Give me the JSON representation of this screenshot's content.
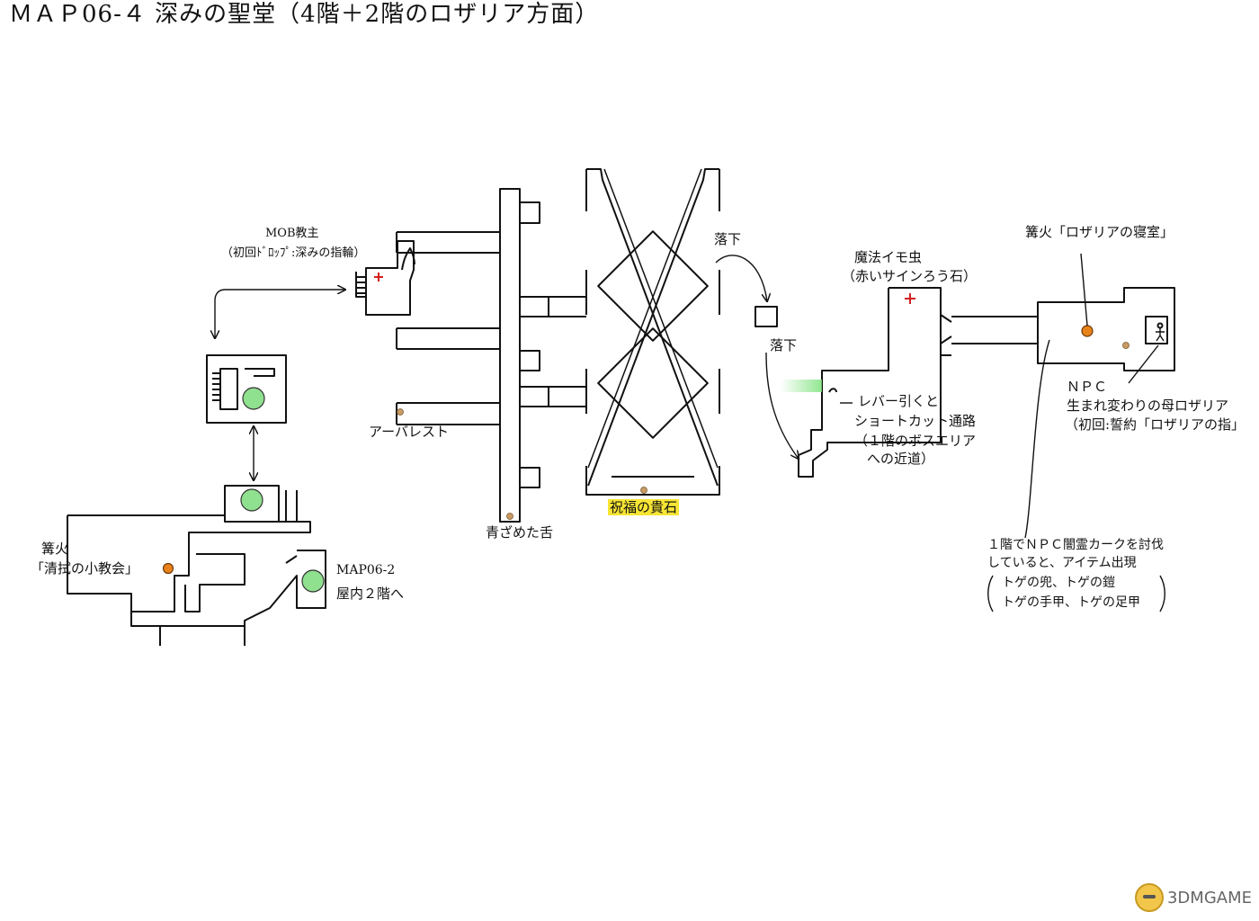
{
  "title": "ＭＡＰ06-４ 深みの聖堂（4階＋2階のロザリア方面）",
  "labels": {
    "mob_boss": "MOB教主",
    "mob_drop": "（初回ﾄﾞﾛｯﾌﾟ:深みの指輪）",
    "bonfire_church_1": "篝火",
    "bonfire_church_2": "「清拭の小教会」",
    "map_link_1": "MAP06-2",
    "map_link_2": "屋内２階へ",
    "arbalest": "アーバレスト",
    "pale_tongue": "青ざめた舌",
    "blessing_stone": "祝福の貴石",
    "drop_1": "落下",
    "drop_2": "落下",
    "grub_1": "魔法イモ虫",
    "grub_2": "（赤いサインろう石）",
    "lever_1": "レバー引くと",
    "lever_2": "ショートカット通路",
    "lever_3": "（１階のボスエリア",
    "lever_4": "への近道）",
    "bonfire_rosaria": "篝火「ロザリアの寝室」",
    "npc_1": "ＮＰＣ",
    "npc_2": "生まれ変わりの母ロザリア",
    "npc_3": "（初回:誓約「ロザリアの指」",
    "cond_1": "１階でＮＰＣ闇霊カークを討伐",
    "cond_2": "していると、アイテム出現",
    "item_1": "トゲの兜、トゲの鎧",
    "item_2": "トゲの手甲、トゲの足甲"
  },
  "watermark": "3DMGAME",
  "colors": {
    "bonfire": "#e8821a",
    "elevator": "#8fe08f",
    "enemy_marker": "#d42020",
    "item": "#c89b62",
    "fog_gate": "#7ee27e",
    "highlight": "#f7e534"
  }
}
